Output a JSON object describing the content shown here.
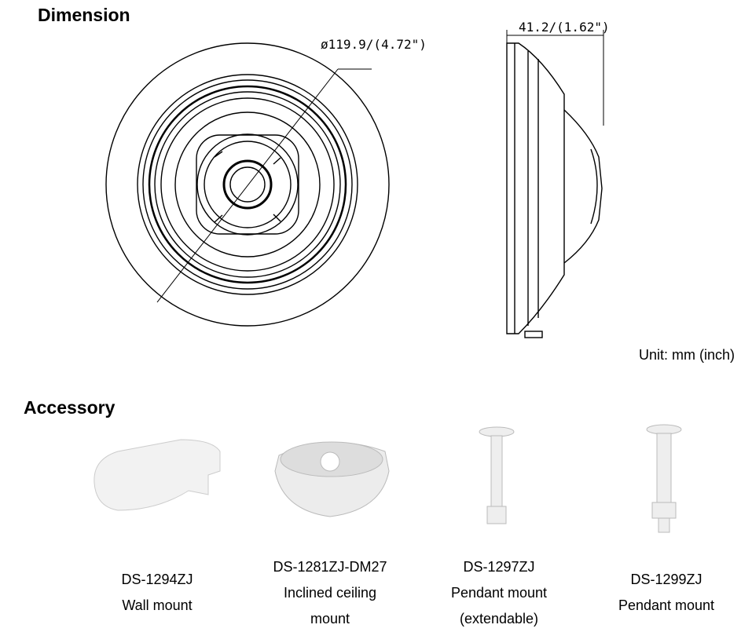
{
  "dimension": {
    "heading": "Dimension",
    "diameter_label": "ø119.9/(4.72\")",
    "depth_label": "41.2/(1.62\")",
    "unit": "Unit: mm (inch)"
  },
  "accessory": {
    "heading": "Accessory",
    "items": [
      {
        "model": "DS-1294ZJ",
        "desc": "Wall mount"
      },
      {
        "model": "DS-1281ZJ-DM27",
        "desc": "Inclined ceiling",
        "desc2": "mount"
      },
      {
        "model": "DS-1297ZJ",
        "desc": "Pendant mount",
        "desc2": "(extendable)"
      },
      {
        "model": "DS-1299ZJ",
        "desc": "Pendant mount"
      }
    ]
  }
}
